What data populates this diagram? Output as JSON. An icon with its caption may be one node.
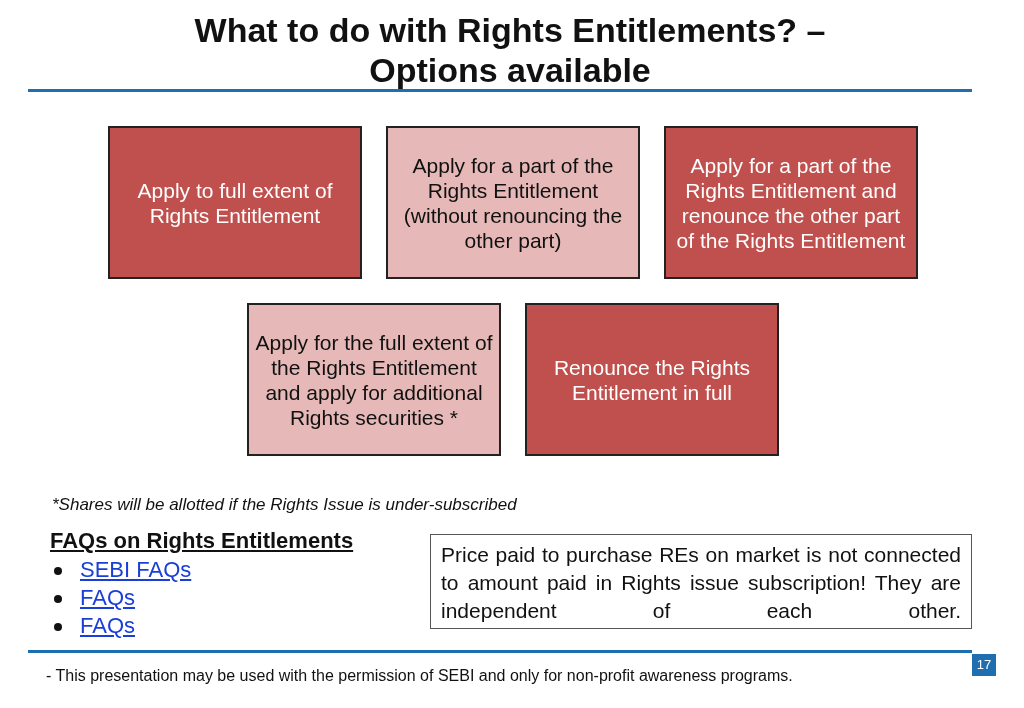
{
  "diagram": {
    "title": "What to do with Rights Entitlements? – Options available",
    "nodes": [
      {
        "text": [
          "Apply to full extent of Rights Entitlement"
        ]
      },
      {
        "text": [
          "Apply for a part of the Rights Entitlement (without renouncing the other part)"
        ]
      },
      {
        "text": [
          "Apply for a part of the Rights Entitlement and renounce the other part of the Rights Entitlement"
        ]
      },
      {
        "text": [
          "Apply for the full extent of the Rights Entitlement and apply for additional Rights securities *"
        ]
      },
      {
        "text": [
          "Renounce the Rights Entitlement in full"
        ]
      },
      {
        "text": [
          "Price paid to purchase REs on market is not connected to amount paid in Rights issue subscription! They are independent of each other."
        ]
      }
    ],
    "edges": [],
    "labels": [
      "*Shares will be allotted if the Rights Issue is under-subscribed",
      "FAQs on Rights Entitlements",
      "SEBI FAQs",
      "FAQs",
      "FAQs",
      "- This presentation may be used with the permission of SEBI and only for non-profit awareness programs.",
      "17"
    ]
  }
}
